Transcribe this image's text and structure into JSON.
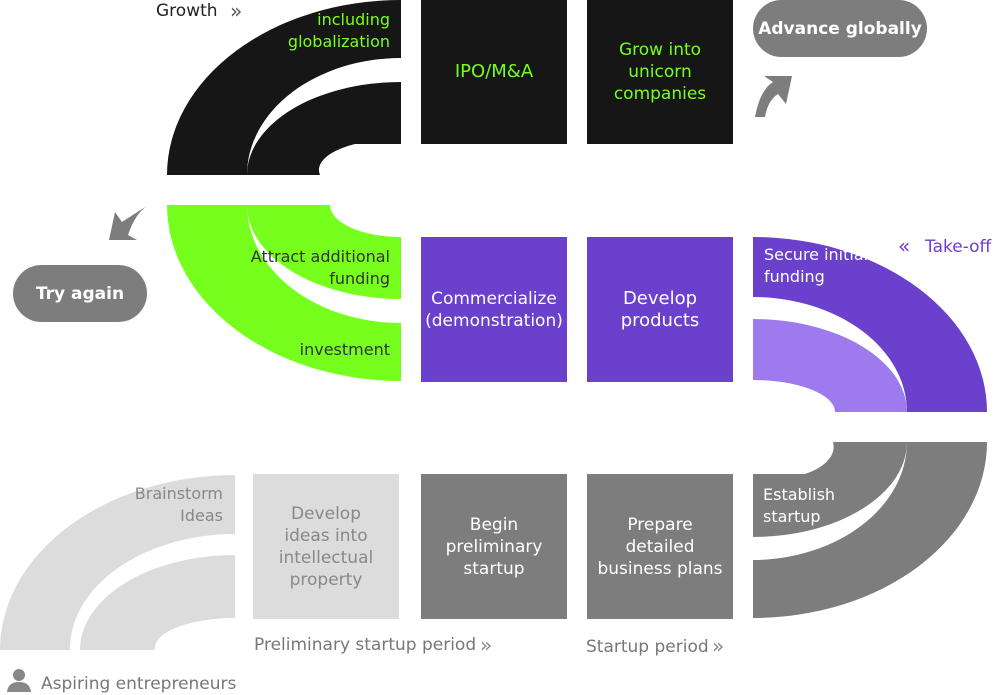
{
  "colors": {
    "black": "#161616",
    "green": "#76ff1c",
    "purple": "#6a40cc",
    "light_purple": "#9d7bee",
    "gray": "#7d7d7d",
    "light_gray": "#dcdcdc",
    "pill_gray": "#7d7d7d"
  },
  "labels": {
    "growth": "Growth",
    "globalization": "including globalization",
    "ipo": "IPO/M&A",
    "unicorn": "Grow into unicorn companies",
    "advance": "Advance globally",
    "try_again": "Try again",
    "attract": "Attract additional funding",
    "investment": "investment",
    "commercialize": "Commercialize (demonstration)",
    "develop_products": "Develop products",
    "secure": "Secure initial funding",
    "takeoff": "Take-off",
    "brainstorm": "Brainstorm Ideas",
    "develop_ideas": "Develop ideas into intellectual property",
    "begin": "Begin preliminary startup",
    "prepare": "Prepare detailed business plans",
    "establish": "Establish startup",
    "preliminary_period": "Preliminary startup period",
    "startup_period": "Startup period",
    "aspiring": "Aspiring entrepreneurs"
  },
  "icons": {
    "chevrons": "double-chevron-right-icon",
    "chevrons_left": "double-chevron-left-icon",
    "up_arrow": "curved-arrow-up-right-icon",
    "down_arrow": "curved-arrow-down-left-icon",
    "person": "person-icon"
  }
}
